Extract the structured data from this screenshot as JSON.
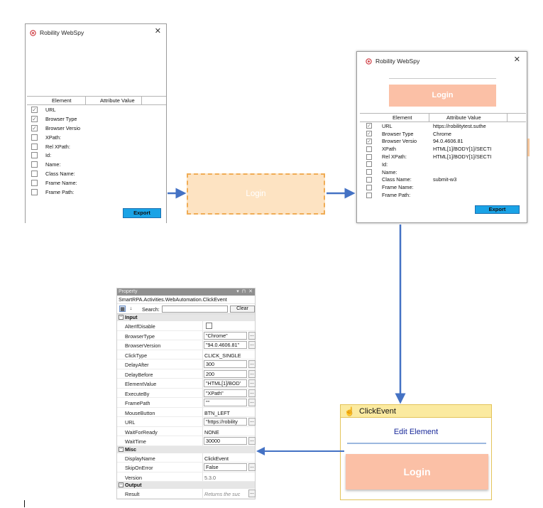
{
  "webspy_left": {
    "title": "Robility WebSpy",
    "close": "✕",
    "columns": [
      "Element",
      "Attribute Value"
    ],
    "rows": [
      {
        "name": "URL",
        "checked": true,
        "value": ""
      },
      {
        "name": "Browser Type",
        "checked": true,
        "value": ""
      },
      {
        "name": "Browser Versio",
        "checked": true,
        "value": ""
      },
      {
        "name": "XPath:",
        "checked": false,
        "value": ""
      },
      {
        "name": "Rel XPath:",
        "checked": false,
        "value": ""
      },
      {
        "name": "Id:",
        "checked": false,
        "value": ""
      },
      {
        "name": "Name:",
        "checked": false,
        "value": ""
      },
      {
        "name": "Class Name:",
        "checked": false,
        "value": ""
      },
      {
        "name": "Frame Name:",
        "checked": false,
        "value": ""
      },
      {
        "name": "Frame Path:",
        "checked": false,
        "value": ""
      }
    ],
    "export_label": "Export"
  },
  "login_element": {
    "label": "Login"
  },
  "webspy_right": {
    "title": "Robility WebSpy",
    "close": "✕",
    "login_preview": "Login",
    "columns": [
      "Element",
      "Attribute Value"
    ],
    "rows": [
      {
        "name": "URL",
        "checked": true,
        "value": "https://robilitytest.suthe"
      },
      {
        "name": "Browser Type",
        "checked": true,
        "value": "Chrome"
      },
      {
        "name": "Browser Versio",
        "checked": true,
        "value": "94.0.4606.81"
      },
      {
        "name": "XPath",
        "checked": false,
        "value": "HTML[1]/BODY[1]/SECTI"
      },
      {
        "name": "Rel XPath:",
        "checked": false,
        "value": "HTML[1]/BODY[1]/SECTI"
      },
      {
        "name": "Id:",
        "checked": false,
        "value": ""
      },
      {
        "name": "Name:",
        "checked": false,
        "value": ""
      },
      {
        "name": "Class Name:",
        "checked": false,
        "value": "submit-w3"
      },
      {
        "name": "Frame Name:",
        "checked": false,
        "value": ""
      },
      {
        "name": "Frame Path:",
        "checked": false,
        "value": ""
      }
    ],
    "export_label": "Export"
  },
  "property": {
    "title": "Property",
    "title_controls": "▾ ⊓ ✕",
    "type_name": "SmartRPA.Activities.WebAutomation.ClickEvent",
    "search_label": "Search:",
    "search_value": "",
    "clear_label": "Clear",
    "sections": [
      {
        "name": "Input",
        "rows": [
          {
            "name": "AlterIfDisable",
            "value": "",
            "kind": "checkbox"
          },
          {
            "name": "BrowserType",
            "value": "\"Chrome\"",
            "kind": "box"
          },
          {
            "name": "BrowserVersion",
            "value": "\"94.0.4606.81\"",
            "kind": "box"
          },
          {
            "name": "ClickType",
            "value": "CLICK_SINGLE",
            "kind": "plain"
          },
          {
            "name": "DelayAfter",
            "value": "300",
            "kind": "box"
          },
          {
            "name": "DelayBefore",
            "value": "200",
            "kind": "box"
          },
          {
            "name": "ElementValue",
            "value": "\"HTML[1]/BOD'",
            "kind": "box"
          },
          {
            "name": "ExecuteBy",
            "value": "\"XPath\"",
            "kind": "box"
          },
          {
            "name": "FramePath",
            "value": "\"\"",
            "kind": "box"
          },
          {
            "name": "MouseButton",
            "value": "BTN_LEFT",
            "kind": "plain"
          },
          {
            "name": "URL",
            "value": "\"https://robility",
            "kind": "box"
          },
          {
            "name": "WaitForReady",
            "value": "NONE",
            "kind": "plain"
          },
          {
            "name": "WaitTime",
            "value": "30000",
            "kind": "box"
          }
        ]
      },
      {
        "name": "Misc",
        "rows": [
          {
            "name": "DisplayName",
            "value": "ClickEvent",
            "kind": "plain"
          },
          {
            "name": "SkipOnError",
            "value": "False",
            "kind": "box"
          },
          {
            "name": "Version",
            "value": "5.3.0",
            "kind": "grey"
          }
        ]
      },
      {
        "name": "Output",
        "rows": [
          {
            "name": "Result",
            "value": "Returns the suc",
            "kind": "italic"
          }
        ]
      }
    ],
    "ellipsis": "..."
  },
  "click_event": {
    "title": "ClickEvent",
    "edit_label": "Edit Element",
    "login_preview": "Login"
  },
  "colors": {
    "export_button": "#1aa3e6",
    "login_preview": "#fbc0a6",
    "login_element_fill": "#fde3c2",
    "login_element_border": "#f0ac55",
    "arrow": "#4472c4",
    "click_header": "#fbeaa0"
  }
}
